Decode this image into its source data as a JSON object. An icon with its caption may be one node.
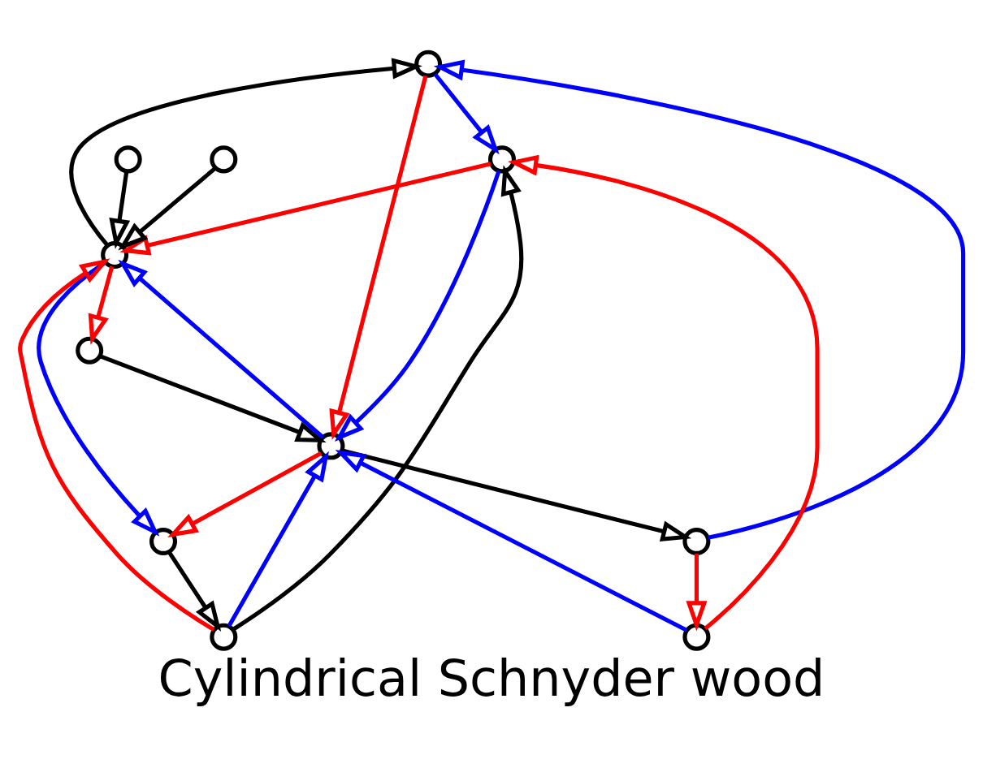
{
  "diagram": {
    "title": "Cylindrical Schnyder wood",
    "nodes": [
      {
        "text": [],
        "shape": "circle"
      },
      {
        "text": [],
        "shape": "circle"
      },
      {
        "text": [],
        "shape": "circle"
      },
      {
        "text": [],
        "shape": "circle"
      },
      {
        "text": [],
        "shape": "circle"
      },
      {
        "text": [],
        "shape": "circle"
      },
      {
        "text": [],
        "shape": "circle"
      },
      {
        "text": [],
        "shape": "circle"
      },
      {
        "text": [],
        "shape": "circle"
      },
      {
        "text": [],
        "shape": "circle"
      },
      {
        "text": [],
        "shape": "circle"
      }
    ],
    "edges": [
      {
        "from": 0,
        "to": 1,
        "arrow": "to",
        "color": "#0000ff"
      },
      {
        "from": 8,
        "to": 0,
        "arrow": "to",
        "color": "#0000ff"
      },
      {
        "from": 0,
        "to": 9,
        "arrow": "to",
        "color": "#ff0000"
      },
      {
        "from": 8,
        "to": 10,
        "arrow": "to",
        "color": "#ff0000"
      },
      {
        "from": 10,
        "to": 1,
        "arrow": "to",
        "color": "#ff0000"
      },
      {
        "from": 2,
        "to": 0,
        "arrow": "to",
        "color": "#000000"
      },
      {
        "from": 3,
        "to": 2,
        "arrow": "to",
        "color": "#000000"
      },
      {
        "from": 5,
        "to": 2,
        "arrow": "to",
        "color": "#000000"
      },
      {
        "from": 6,
        "to": 4,
        "arrow": "to",
        "color": "#000000"
      },
      {
        "from": 4,
        "to": 1,
        "arrow": "to",
        "color": "#000000"
      },
      {
        "from": 7,
        "to": 9,
        "arrow": "to",
        "color": "#000000"
      },
      {
        "from": 9,
        "to": 8,
        "arrow": "to",
        "color": "#000000"
      },
      {
        "from": 1,
        "to": 2,
        "arrow": "to",
        "color": "#ff0000"
      },
      {
        "from": 4,
        "to": 2,
        "arrow": "to",
        "color": "#ff0000"
      },
      {
        "from": 2,
        "to": 6,
        "arrow": "to",
        "color": "#0000ff"
      },
      {
        "from": 2,
        "to": 7,
        "arrow": "to",
        "color": "#ff0000"
      },
      {
        "from": 9,
        "to": 2,
        "arrow": "to",
        "color": "#0000ff"
      },
      {
        "from": 9,
        "to": 6,
        "arrow": "to",
        "color": "#ff0000"
      },
      {
        "from": 4,
        "to": 9,
        "arrow": "to",
        "color": "#0000ff"
      },
      {
        "from": 1,
        "to": 9,
        "arrow": "to",
        "color": "#0000ff"
      },
      {
        "from": 10,
        "to": 9,
        "arrow": "to",
        "color": "#0000ff"
      }
    ]
  }
}
